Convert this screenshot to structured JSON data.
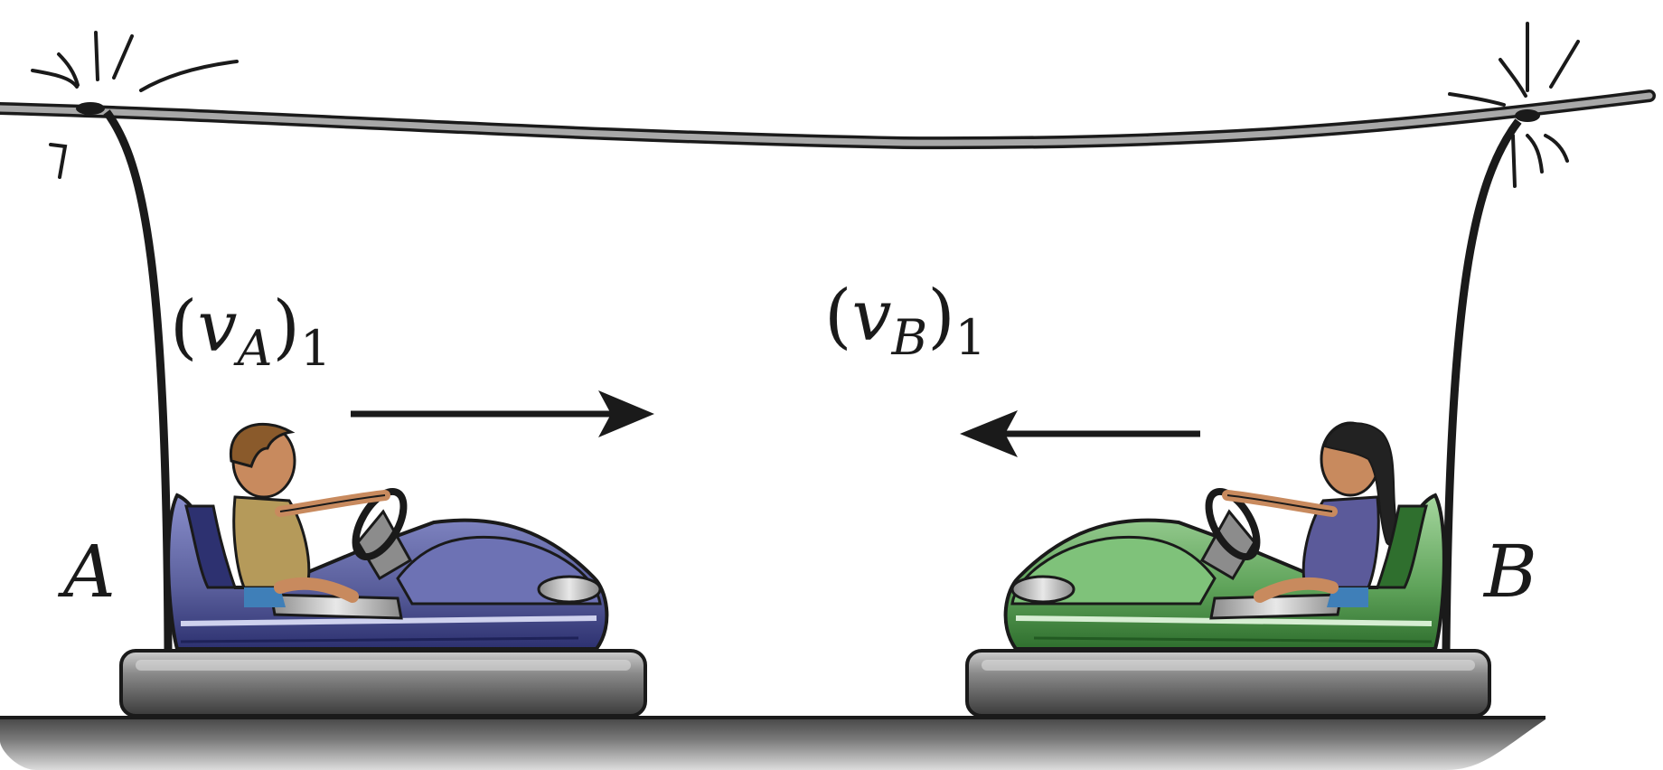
{
  "labels": {
    "car_a": "A",
    "car_b": "B",
    "velocity_a": {
      "open": "(",
      "var": "v",
      "sub": "A",
      "close": ")",
      "index": "1"
    },
    "velocity_b": {
      "open": "(",
      "var": "v",
      "sub": "B",
      "close": ")",
      "index": "1"
    }
  },
  "colors": {
    "car_a_body": "#5a5f9c",
    "car_a_dark": "#2d3170",
    "car_b_body": "#5fa35a",
    "car_b_dark": "#2f6f2e",
    "bumper": "#5a5a5a",
    "floor": "#6e6e6e",
    "wire": "#9c9c9c",
    "boy_shirt": "#b59a5a",
    "boy_hair": "#8a5a2b",
    "girl_shirt": "#5b5a9a",
    "girl_hair": "#222222",
    "skin": "#c88a5e"
  },
  "icons": {
    "arrow_a": "arrow-right",
    "arrow_b": "arrow-left",
    "spark": "spark-lines"
  }
}
